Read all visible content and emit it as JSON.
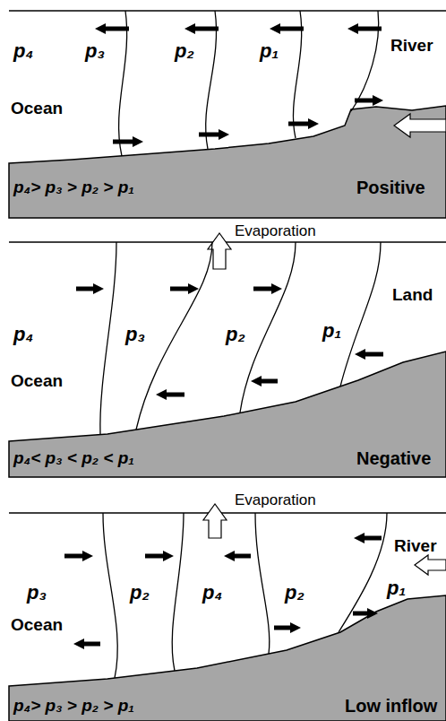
{
  "diagram": {
    "labels": [
      "p₄",
      "p₃",
      "p₂",
      "p₁",
      "River",
      "Ocean",
      "p₄> p₃ > p₂ > p₁",
      "Positive",
      "Evaporation",
      "Land",
      "p₄",
      "p₃",
      "p₂",
      "p₁",
      "Ocean",
      "p₄< p₃ < p₂ < p₁",
      "Negative",
      "Evaporation",
      "River",
      "p₃",
      "p₂",
      "p₄",
      "p₂",
      "p₁",
      "Ocean",
      "p₄> p₃ > p₂ > p₁",
      "Low inflow"
    ]
  }
}
